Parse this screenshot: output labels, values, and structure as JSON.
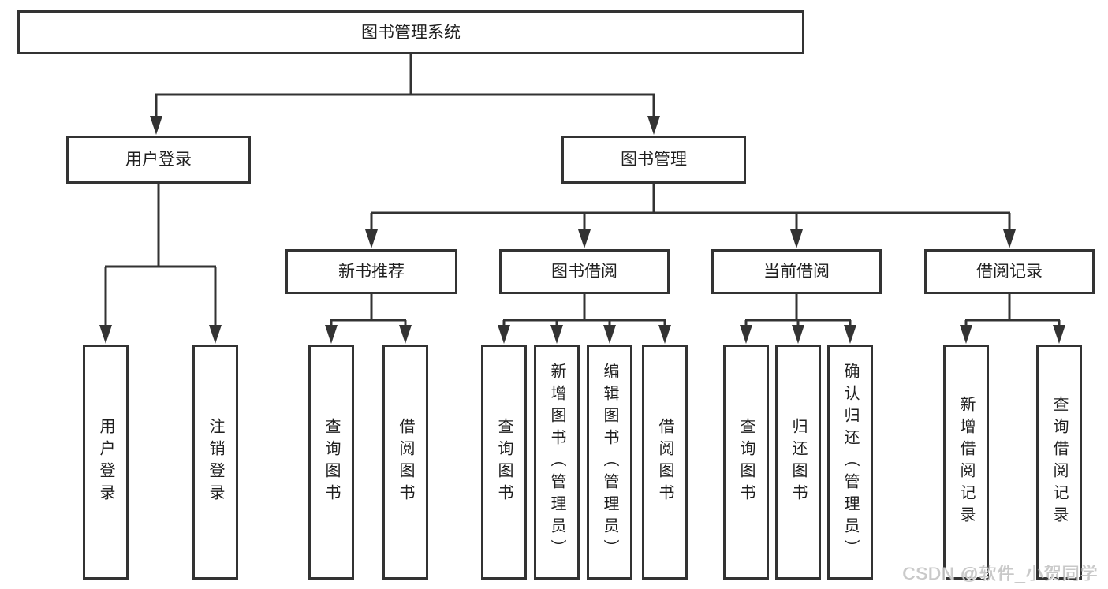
{
  "diagram": {
    "root": {
      "label": "图书管理系统"
    },
    "level1": {
      "user_login": {
        "label": "用户登录"
      },
      "book_management": {
        "label": "图书管理"
      }
    },
    "level2": {
      "new_books": {
        "label": "新书推荐"
      },
      "book_borrowing": {
        "label": "图书借阅"
      },
      "current_borrowing": {
        "label": "当前借阅"
      },
      "borrowing_records": {
        "label": "借阅记录"
      }
    },
    "leaves": {
      "user_login": "用户登录",
      "logout": "注销登录",
      "nb_query_books": "查询图书",
      "nb_borrow_books": "借阅图书",
      "bb_query_books": "查询图书",
      "bb_add_books": "新增图书（管理员）",
      "bb_edit_books": "编辑图书（管理员）",
      "bb_borrow_books": "借阅图书",
      "cb_query_books": "查询图书",
      "cb_return_books": "归还图书",
      "cb_confirm_return": "确认归还（管理员）",
      "br_add_record": "新增借阅记录",
      "br_query_record": "查询借阅记录"
    }
  },
  "watermark": "CSDN @软件_小贺同学",
  "colors": {
    "line": "#333333",
    "text": "#1f1f1f",
    "background": "#ffffff",
    "watermark": "#c8c8c8"
  }
}
